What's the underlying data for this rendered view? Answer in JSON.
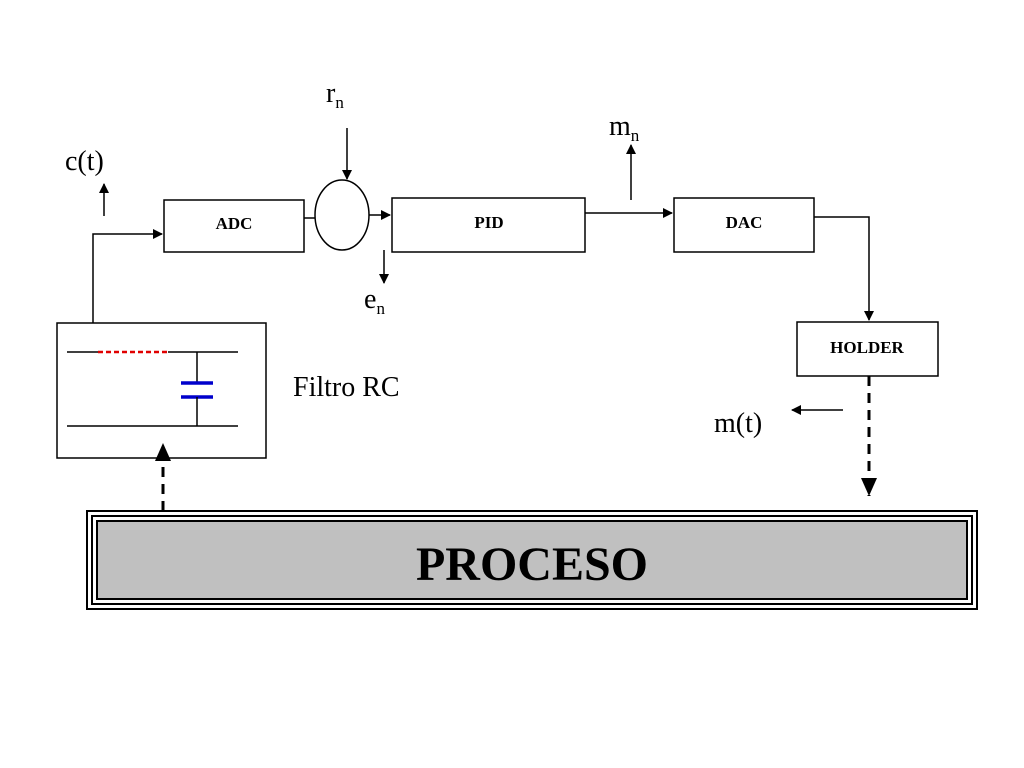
{
  "blocks": {
    "adc": "ADC",
    "pid": "PID",
    "dac": "DAC",
    "holder": "HOLDER",
    "process": "PROCESO",
    "filter": "Filtro RC"
  },
  "signals": {
    "r": {
      "base": "r",
      "sub": "n"
    },
    "e": {
      "base": "e",
      "sub": "n"
    },
    "m": {
      "base": "m",
      "sub": "n"
    },
    "c_t": "c(t)",
    "m_t": "m(t)"
  },
  "colors": {
    "resistor": "#e00000",
    "capacitor": "#0000cc",
    "process_fill": "#c0c0c0"
  }
}
